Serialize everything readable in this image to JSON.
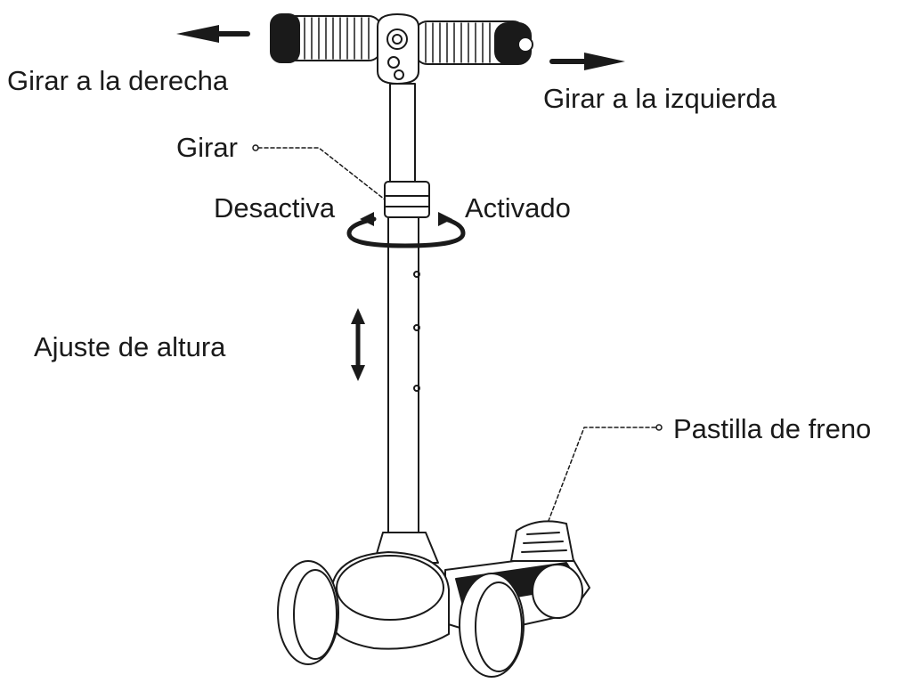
{
  "labels": {
    "turn_right": "Girar a la derecha",
    "turn_left": "Girar a la izquierda",
    "rotate": "Girar",
    "deactivate": "Desactiva",
    "activated": "Activado",
    "height_adjust": "Ajuste de altura",
    "brake_pad": "Pastilla de freno"
  },
  "colors": {
    "ink": "#1a1a1a",
    "fill": "#ffffff"
  }
}
